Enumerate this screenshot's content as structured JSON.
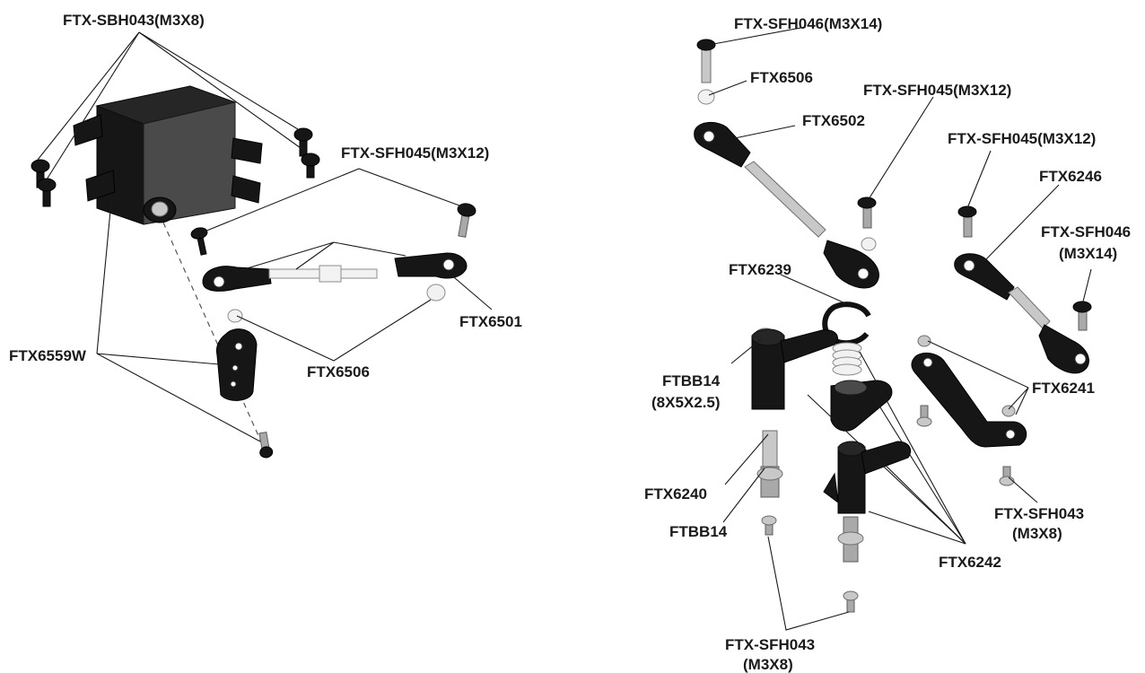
{
  "labels": {
    "sbh043": "FTX-SBH043(M3X8)",
    "sfh045_left": "FTX-SFH045(M3X12)",
    "ftx6501": "FTX6501",
    "ftx6559w": "FTX6559W",
    "ftx6506_left": "FTX6506",
    "sfh046_top": "FTX-SFH046(M3X14)",
    "ftx6506_right": "FTX6506",
    "ftx6502": "FTX6502",
    "sfh045_mid": "FTX-SFH045(M3X12)",
    "sfh045_right": "FTX-SFH045(M3X12)",
    "ftx6246": "FTX6246",
    "sfh046_right_1": "FTX-SFH046",
    "sfh046_right_2": "(M3X14)",
    "ftx6239": "FTX6239",
    "ftbb14_1": "FTBB14",
    "ftbb14_2": "(8X5X2.5)",
    "ftx6241": "FTX6241",
    "ftx6240": "FTX6240",
    "ftbb14_bottom": "FTBB14",
    "sfh043_right_1": "FTX-SFH043",
    "sfh043_right_2": "(M3X8)",
    "ftx6242": "FTX6242",
    "sfh043_bottom_1": "FTX-SFH043",
    "sfh043_bottom_2": "(M3X8)"
  }
}
